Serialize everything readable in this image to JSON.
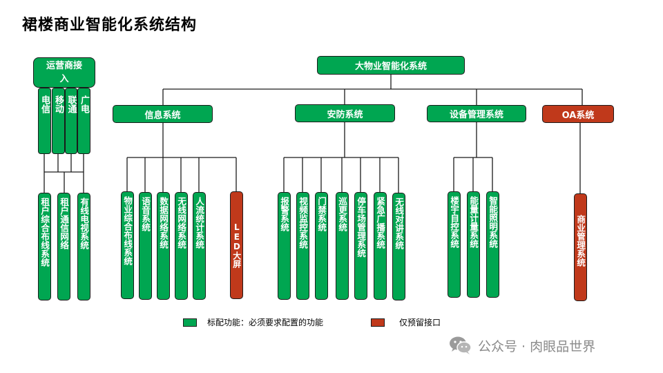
{
  "page": {
    "title": "裙楼商业智能化系统结构"
  },
  "root": {
    "label": "大物业智能化系统"
  },
  "carrier": {
    "label": "运营商接入",
    "providers": [
      "电信",
      "移动",
      "联通",
      "广电"
    ],
    "systems": [
      "租户综合布线系统",
      "租户通信网络",
      "有线电视系统"
    ]
  },
  "groups": [
    {
      "label": "信息系统",
      "items": [
        "物业综合布线系统",
        "语音系统",
        "数据网络系统",
        "无线网络系统",
        "人流统计系统",
        "LED大屏"
      ]
    },
    {
      "label": "安防系统",
      "items": [
        "报警系统",
        "视频监控系统",
        "门禁系统",
        "巡更系统",
        "停车场管理系统",
        "紧急广播系统",
        "无线对讲系统"
      ]
    },
    {
      "label": "设备管理系统",
      "items": [
        "楼宇自控系统",
        "能量计量系统",
        "智能照明系统"
      ]
    },
    {
      "label": "OA系统",
      "items": [
        "商业管理系统"
      ]
    }
  ],
  "legend": {
    "standard": "标配功能：必须要求配置的功能",
    "reserved": "仅预留接口"
  },
  "watermark": {
    "text": "公众号 · 肉眼品世界"
  },
  "colors": {
    "standard": "#00a651",
    "reserved": "#c0391b",
    "line": "#1a1a1a"
  }
}
